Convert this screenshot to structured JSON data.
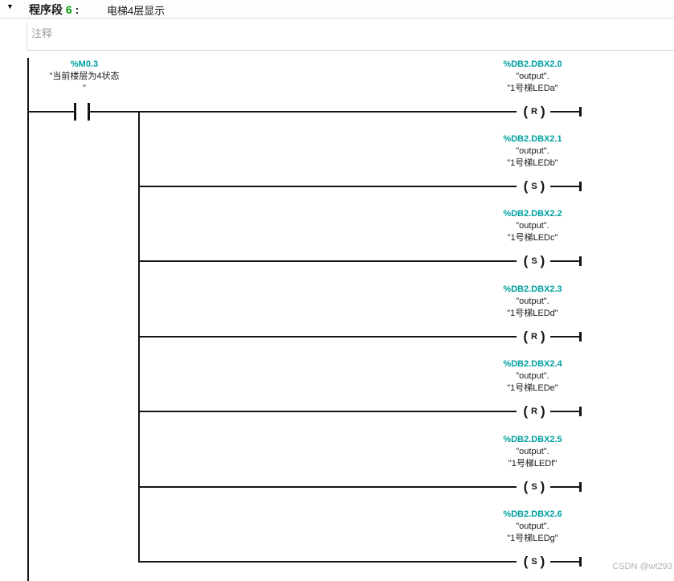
{
  "header": {
    "collapse_icon": "▼",
    "section_label": "程序段",
    "section_number": "6",
    "separator": ":",
    "title": "电梯4层显示"
  },
  "comment": {
    "placeholder": "注释"
  },
  "coil_symbol": {
    "open": "(",
    "close": ")"
  },
  "network": {
    "contact": {
      "address": "%M0.3",
      "comment_line1": "\"当前楼层为4状态",
      "comment_line2": "\""
    },
    "coils": [
      {
        "address": "%DB2.DBX2.0",
        "operand_struct": "\"output\".",
        "operand_member": "\"1号梯LEDa\"",
        "type_letter": "R"
      },
      {
        "address": "%DB2.DBX2.1",
        "operand_struct": "\"output\".",
        "operand_member": "\"1号梯LEDb\"",
        "type_letter": "S"
      },
      {
        "address": "%DB2.DBX2.2",
        "operand_struct": "\"output\".",
        "operand_member": "\"1号梯LEDc\"",
        "type_letter": "S"
      },
      {
        "address": "%DB2.DBX2.3",
        "operand_struct": "\"output\".",
        "operand_member": "\"1号梯LEDd\"",
        "type_letter": "R"
      },
      {
        "address": "%DB2.DBX2.4",
        "operand_struct": "\"output\".",
        "operand_member": "\"1号梯LEDe\"",
        "type_letter": "R"
      },
      {
        "address": "%DB2.DBX2.5",
        "operand_struct": "\"output\".",
        "operand_member": "\"1号梯LEDf\"",
        "type_letter": "S"
      },
      {
        "address": "%DB2.DBX2.6",
        "operand_struct": "\"output\".",
        "operand_member": "\"1号梯LEDg\"",
        "type_letter": "S"
      }
    ]
  },
  "watermark": "CSDN @wt293",
  "colors": {
    "operand_address": "#00a0a0",
    "network_number_green": "#00a000",
    "comment_placeholder": "#9e9e9e",
    "watermark_gray": "#b5b5b5",
    "wire_black": "#141414"
  }
}
